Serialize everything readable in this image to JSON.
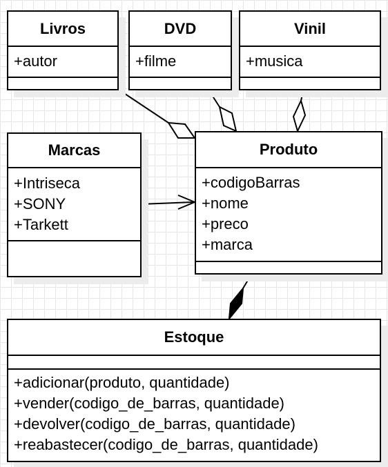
{
  "classes": {
    "livros": {
      "name": "Livros",
      "attributes": [
        "+autor"
      ],
      "methods": []
    },
    "dvd": {
      "name": "DVD",
      "attributes": [
        "+filme"
      ],
      "methods": []
    },
    "vinil": {
      "name": "Vinil",
      "attributes": [
        "+musica"
      ],
      "methods": []
    },
    "marcas": {
      "name": "Marcas",
      "attributes": [
        "+Intriseca",
        "+SONY",
        "+Tarkett"
      ],
      "methods": []
    },
    "produto": {
      "name": "Produto",
      "attributes": [
        "+codigoBarras",
        "+nome",
        "+preco",
        "+marca"
      ],
      "methods": []
    },
    "estoque": {
      "name": "Estoque",
      "attributes": [],
      "methods": [
        "+adicionar(produto, quantidade)",
        "+vender(codigo_de_barras, quantidade)",
        "+devolver(codigo_de_barras, quantidade)",
        "+reabastecer(codigo_de_barras, quantidade)"
      ]
    }
  },
  "relations": [
    {
      "from": "livros",
      "to": "produto",
      "type": "aggregation"
    },
    {
      "from": "dvd",
      "to": "produto",
      "type": "aggregation"
    },
    {
      "from": "vinil",
      "to": "produto",
      "type": "aggregation"
    },
    {
      "from": "marcas",
      "to": "produto",
      "type": "association"
    },
    {
      "from": "produto",
      "to": "estoque",
      "type": "composition"
    }
  ]
}
